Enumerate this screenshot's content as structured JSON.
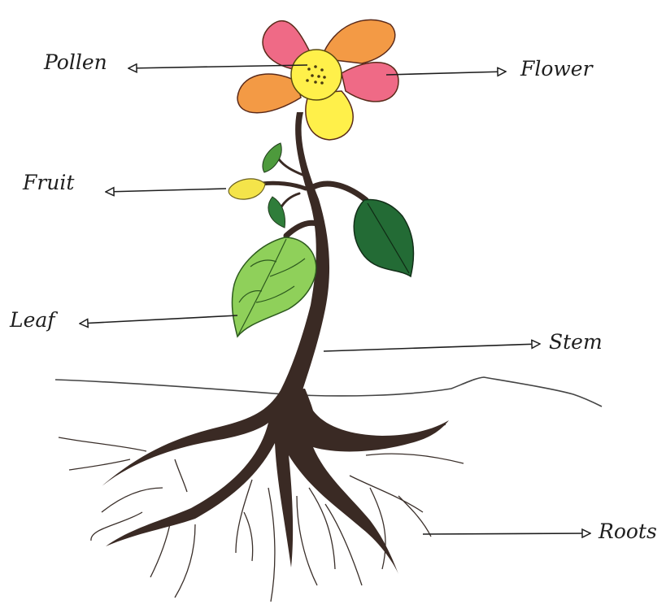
{
  "labels": {
    "pollen": "Pollen",
    "flower": "Flower",
    "fruit": "Fruit",
    "leaf": "Leaf",
    "stem": "Stem",
    "roots": "Roots"
  },
  "colors": {
    "ink": "#1e1e1e",
    "stem": "#3a2a24",
    "petal_pink": "#ef6a86",
    "petal_orange": "#f39a45",
    "petal_yellow": "#fff04a",
    "leaf_light": "#8fd05a",
    "leaf_dark": "#236b35",
    "fruit": "#f4e44a"
  }
}
